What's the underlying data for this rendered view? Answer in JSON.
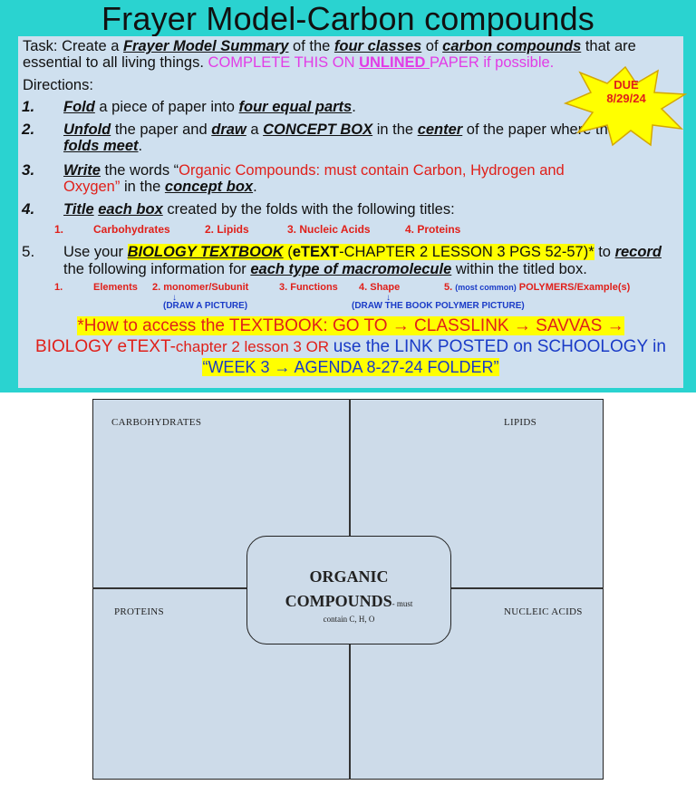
{
  "title": "Frayer Model-Carbon compounds",
  "task": {
    "p1": "Task: Create a ",
    "frayer": "Frayer Model Summary",
    "p2": " of the ",
    "four_classes": "four classes",
    "p3": " of ",
    "carbon_compounds": "carbon compounds",
    "p4": " that are",
    "line2": "essential to all living things. ",
    "complete_1": "COMPLETE THIS ON ",
    "unlined": "UNLINED ",
    "complete_2": "PAPER if possible."
  },
  "directions_label": "Directions:",
  "due": {
    "label": "DUE",
    "date": "8/29/24"
  },
  "steps": [
    {
      "num": "1.",
      "a": "Fold",
      "b": " a piece of paper into ",
      "c": "four equal parts",
      "d": "."
    },
    {
      "num": "2.",
      "a": "Unfold",
      "b": " the paper and ",
      "c": "draw",
      "d": " a ",
      "e": "CONCEPT BOX",
      "f": " in the ",
      "g": "center",
      "h": " of the paper where the",
      "i": "folds meet",
      "j": "."
    },
    {
      "num": "3.",
      "a": "Write",
      "b": " the words “",
      "c": "Organic Compounds: must contain Carbon, Hydrogen and",
      "d": "Oxygen”",
      "e": " in the ",
      "f": "concept box",
      "g": "."
    },
    {
      "num": "4.",
      "a": "Title",
      "b": " ",
      "c": "each box",
      "d": " created by the folds with the following titles:"
    },
    {
      "num": "5.",
      "a": "Use your ",
      "b": "BIOLOGY TEXTBOOK",
      "c": " (",
      "d": "eTEXT",
      "e": "-CHAPTER 2 LESSON 3 PGS 52-57)*",
      "f": " to ",
      "g": "record",
      "h": "the following information for ",
      "i": "each type of macromolecule",
      "j": " within the titled box."
    }
  ],
  "titles_list": [
    "1.",
    "Carbohydrates",
    "2. Lipids",
    "3. Nucleic Acids",
    "4.  Proteins"
  ],
  "info_list": {
    "i1": "1.",
    "i2": "Elements",
    "i3": "2. monomer/Subunit",
    "i4": "3. Functions",
    "i5": "4.  Shape",
    "i6a": "5. ",
    "i6b": "(most common)",
    "i6c": " POLYMERS/Example(s)"
  },
  "draw_notes": [
    "(DRAW A PICTURE)",
    "(DRAW THE BOOK POLYMER PICTURE)"
  ],
  "access": {
    "l1": "*How to access the TEXTBOOK: GO TO → CLASSLINK → SAVVAS →",
    "l2a": "BIOLOGY eTEXT-",
    "l2b": "chapter 2 lesson 3 OR ",
    "l2c": "use the LINK POSTED on SCHOOLOGY in",
    "l3": "“WEEK 3 → AGENDA 8-27-24 FOLDER”"
  },
  "frayer": {
    "top_left": "CARBOHYDRATES",
    "top_right": "LIPIDS",
    "bottom_left": "PROTEINS",
    "bottom_right": "NUCLEIC ACIDS",
    "center_1": "ORGANIC",
    "center_2": "COMPOUNDS",
    "center_2_small": "- must",
    "center_3": "contain C, H, O"
  },
  "colors": {
    "slide_bg": "#2ad3d0",
    "panel_bg": "#cfe0ef",
    "red": "#e0201a",
    "blue": "#1a3bc7",
    "pink": "#e23ce6",
    "highlight": "#ffff00",
    "star": "#ffff00"
  }
}
